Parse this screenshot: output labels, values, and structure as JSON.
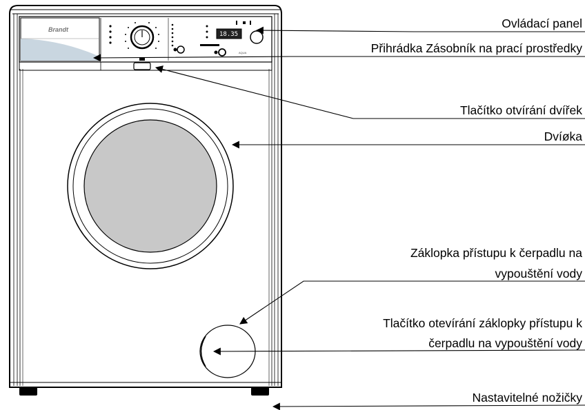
{
  "brand_name": "Brandt",
  "display_readout": "18.35",
  "model_badge": "AQUA",
  "labels": {
    "control_panel": "Ovládací panel",
    "detergent_drawer": "Přihrádka Zásobník na prací prostředky",
    "door_button": "Tlačítko otvírání dvířek",
    "door": "Dvíøka",
    "pump_flap_line1": "Záklopka přístupu k čerpadlu na",
    "pump_flap_line2": "vypouštění vody",
    "pump_flap_button_line1": "Tlačítko otevírání záklopky přístupu k",
    "pump_flap_button_line2": "čerpadlu na vypouštění vody",
    "feet": "Nastavitelné nožičky"
  },
  "colors": {
    "outline": "#000000",
    "porthole_glass": "#c8c8c8",
    "drawer_blue": "#c9d6e0",
    "display_bg": "#222222"
  }
}
